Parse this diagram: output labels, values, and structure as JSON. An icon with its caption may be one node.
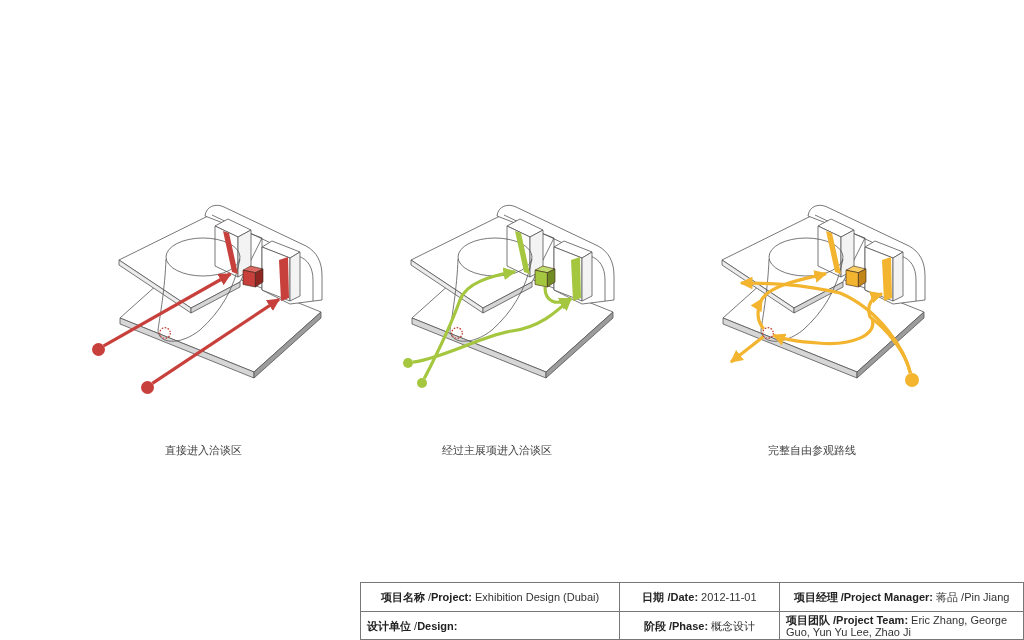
{
  "diagram": {
    "nodes": [
      {
        "text": [],
        "shape": "bar"
      },
      {
        "text": [],
        "shape": "box"
      },
      {
        "text": [],
        "shape": "bar"
      },
      {
        "text": [],
        "shape": "circle"
      },
      {
        "text": [],
        "shape": "circle"
      },
      {
        "text": [],
        "shape": "circle"
      },
      {
        "text": [],
        "shape": "bar"
      },
      {
        "text": [],
        "shape": "box"
      },
      {
        "text": [],
        "shape": "bar"
      },
      {
        "text": [],
        "shape": "circle"
      },
      {
        "text": [],
        "shape": "circle"
      },
      {
        "text": [],
        "shape": "circle"
      },
      {
        "text": [],
        "shape": "bar"
      },
      {
        "text": [],
        "shape": "box"
      },
      {
        "text": [],
        "shape": "bar"
      },
      {
        "text": [],
        "shape": "circle"
      },
      {
        "text": [],
        "shape": "circle"
      }
    ],
    "edges": [
      {
        "from": 4,
        "to": 0,
        "arrow": "to",
        "color": "#c8403c"
      },
      {
        "from": 5,
        "to": 2,
        "arrow": "to",
        "color": "#c8403c"
      },
      {
        "from": 10,
        "to": 8,
        "arrow": "to",
        "color": "#a5c63f"
      },
      {
        "from": 11,
        "to": 6,
        "arrow": "to",
        "color": "#a5c63f"
      },
      {
        "from": 7,
        "to": 8,
        "arrow": "to",
        "color": "#a5c63f"
      },
      {
        "from": 16,
        "to": null,
        "arrow": "to"
      },
      {
        "from": 16,
        "to": 14,
        "arrow": "to"
      },
      {
        "from": 15,
        "to": 12,
        "arrow": "to"
      },
      {
        "from": 15,
        "to": null,
        "arrow": "to"
      },
      {
        "from": null,
        "to": 15,
        "arrow": "to"
      }
    ],
    "labels": [
      "直接进入洽谈区",
      "经过主展项进入洽谈区",
      "完整自由参观路线",
      "**项目名称** /**Project:** Exhibition Design (Dubai)",
      "**日期 /Date:** 2012-11-01",
      "**项目经理 /Project Manager:** 蒋品 /Pin Jiang",
      "**设计单位** /**Design:**",
      "**阶段 /Phase:** 概念设计",
      "**项目团队 /Project Team:** Eric Zhang, George Guo, Yun Yu Lee, Zhao Ji"
    ]
  }
}
